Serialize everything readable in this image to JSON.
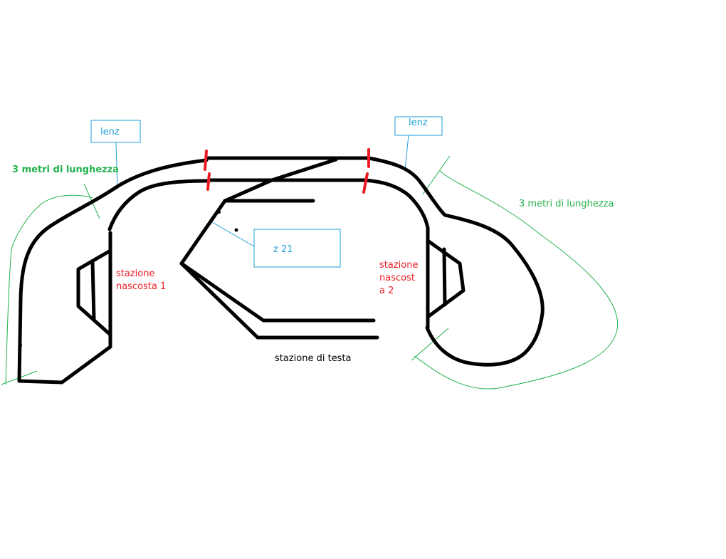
{
  "labels": {
    "lenz_left": "lenz",
    "lenz_right": "lenz",
    "length_left": "3 metri di lunghezza",
    "length_right": "3 metri di lunghezza",
    "z21": "z 21",
    "hidden_station_1_line1": "stazione",
    "hidden_station_1_line2": "nascosta 1",
    "hidden_station_2_line1": "stazione",
    "hidden_station_2_line2": "nascost",
    "hidden_station_2_line3": "a 2",
    "head_station": "stazione di testa"
  },
  "colors": {
    "track": "#000000",
    "length_annotation": "#22b14c",
    "controller_annotation": "#1e9fd8",
    "station_label": "#ed1c24",
    "isolation_mark": "#ed1c24"
  }
}
